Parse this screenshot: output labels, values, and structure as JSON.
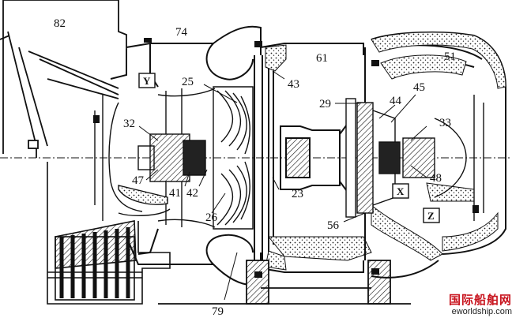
{
  "diagram": {
    "labels": [
      "82",
      "74",
      "61",
      "51",
      "25",
      "43",
      "29",
      "44",
      "45",
      "32",
      "33",
      "47",
      "41",
      "42",
      "26",
      "23",
      "48",
      "56",
      "79"
    ],
    "boxed_labels": [
      "Y",
      "X",
      "Z"
    ]
  },
  "watermark": {
    "chinese": "国际船舶网",
    "english": "eworldship.com"
  }
}
